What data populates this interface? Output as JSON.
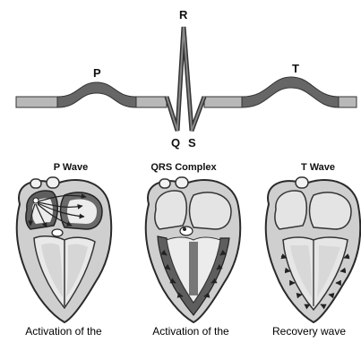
{
  "waveform": {
    "labels": {
      "p": "P",
      "q": "Q",
      "r": "R",
      "s": "S",
      "t": "T"
    }
  },
  "panels": [
    {
      "title": "P Wave",
      "caption": "Activation of the"
    },
    {
      "title": "QRS Complex",
      "caption": "Activation of the"
    },
    {
      "title": "T Wave",
      "caption": "Recovery wave"
    }
  ],
  "colors": {
    "segment": "#b8b8b8",
    "wave": "#666666",
    "outline": "#3a3a3a",
    "chamber": "#dedede",
    "wall": "#e9e9e9",
    "dark_activation": "#5e5e5e"
  }
}
